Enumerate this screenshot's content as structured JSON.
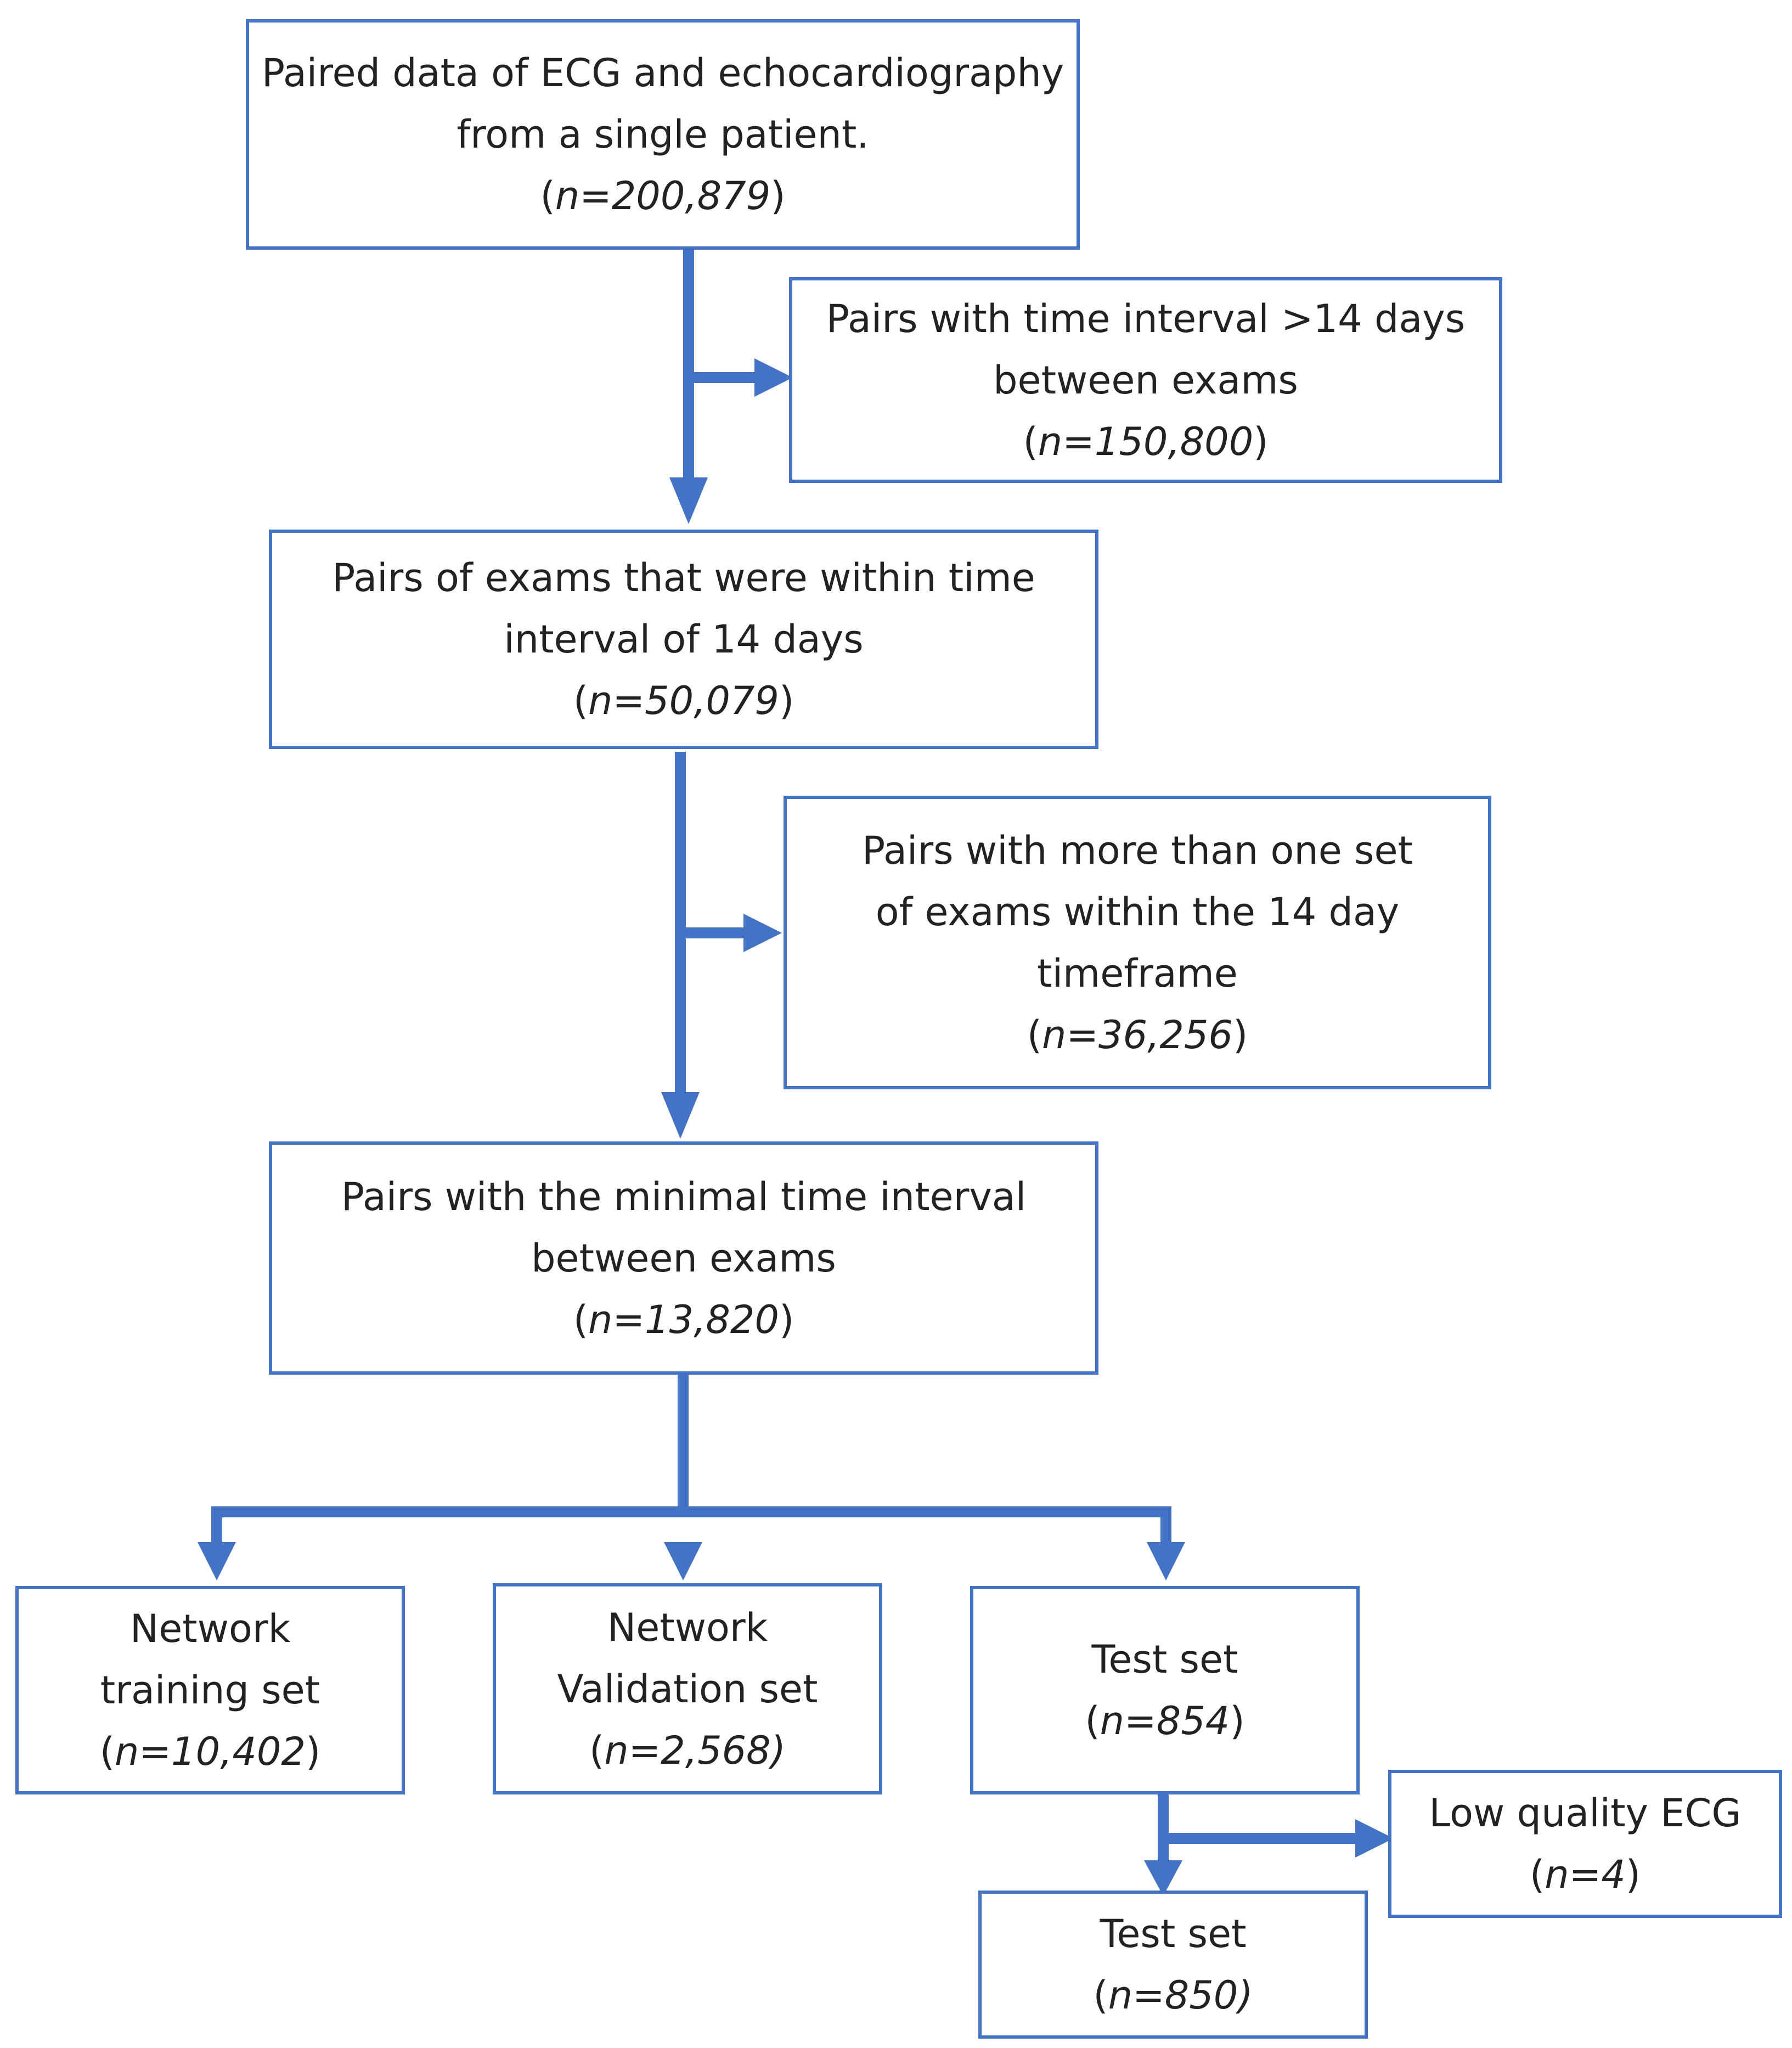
{
  "colors": {
    "stroke": "#4472C4",
    "text": "#222222",
    "background": "#ffffff"
  },
  "boxes": {
    "all_pairs": {
      "label": "Paired data of ECG and echocardiography from a single patient.",
      "count_open": "(",
      "count": "n=200,879",
      "count_close": ")"
    },
    "over_14_days": {
      "label": "Pairs with time interval >14 days between exams",
      "count_open": "(",
      "count": "n=150,800",
      "count_close": ")"
    },
    "within_14_days": {
      "label": "Pairs of exams that were within time interval of 14 days",
      "count_open": "(",
      "count": "n=50,079",
      "count_close": ")"
    },
    "multiple_sets": {
      "label": "Pairs with more than one set of exams within the 14 day timeframe",
      "count_open": "(",
      "count": "n=36,256",
      "count_close": ")"
    },
    "minimal_interval": {
      "label": "Pairs with the minimal time interval between exams",
      "count_open": "(",
      "count": "n=13,820",
      "count_close": ")"
    },
    "training_set": {
      "label": "Network training set",
      "count_open": "(",
      "count": "n=10,402",
      "count_close": ")"
    },
    "validation_set": {
      "label": "Network Validation set",
      "count_open": "(",
      "count": "n=2,568)",
      "count_close": ""
    },
    "test_set": {
      "label": "Test set",
      "count_open": "(",
      "count": "n=854",
      "count_close": ")"
    },
    "low_quality": {
      "label": "Low quality ECG",
      "count_open": "(",
      "count": "n=4",
      "count_close": ")"
    },
    "final_test_set": {
      "label": "Test set",
      "count_open": "(",
      "count": "n=850)",
      "count_close": ""
    }
  }
}
